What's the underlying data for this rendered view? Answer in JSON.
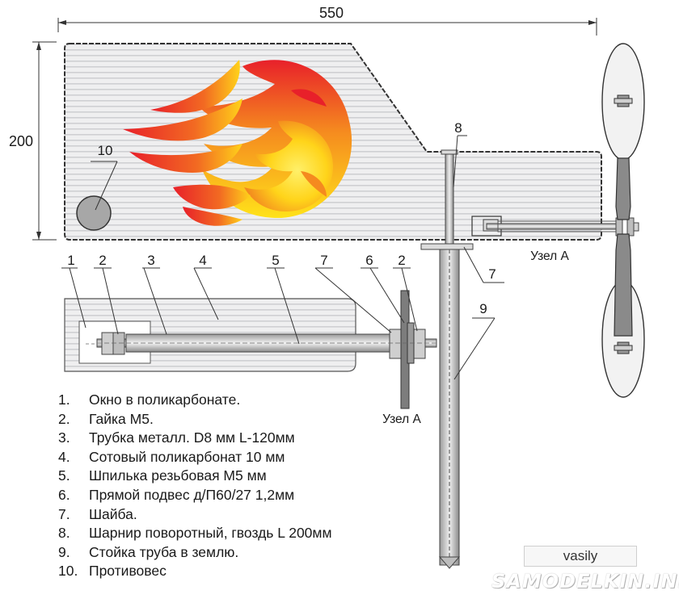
{
  "dimensions": {
    "width_label": "550",
    "height_label": "200"
  },
  "callouts": {
    "top_8": "8",
    "top_10": "10",
    "top_7": "7",
    "top_9": "9",
    "node_a_top": "Узел А",
    "node_a_bottom": "Узел А",
    "bottom_1": "1",
    "bottom_2a": "2",
    "bottom_3": "3",
    "bottom_4": "4",
    "bottom_5": "5",
    "bottom_7": "7",
    "bottom_6": "6",
    "bottom_2b": "2"
  },
  "legend": [
    {
      "num": "1.",
      "text": "Окно в поликарбонате."
    },
    {
      "num": "2.",
      "text": "Гайка М5."
    },
    {
      "num": "3.",
      "text": "Трубка металл. D8 мм L-120мм"
    },
    {
      "num": "4.",
      "text": "Сотовый поликарбонат 10 мм"
    },
    {
      "num": "5.",
      "text": "Шпилька резьбовая М5 мм"
    },
    {
      "num": "6.",
      "text": "Прямой подвес д/П60/27 1,2мм"
    },
    {
      "num": "7.",
      "text": "Шайба."
    },
    {
      "num": "8.",
      "text": "Шарнир поворотный, гвоздь L 200мм"
    },
    {
      "num": "9.",
      "text": "Стойка труба  в землю."
    },
    {
      "num": "10.",
      "text": "Противовес"
    }
  ],
  "author": "vasily",
  "watermark": "SAMODELKIN.INFO",
  "colors": {
    "panel_fill": "#efeff0",
    "panel_stripe": "#cfd0d3",
    "outline": "#333333",
    "metal_light": "#e6e6e6",
    "metal_dark": "#8a8a8a",
    "counterweight": "#a7a7a7",
    "flame_red": "#e8202a",
    "flame_orange": "#f58a1f",
    "flame_yellow": "#ffe21a"
  }
}
